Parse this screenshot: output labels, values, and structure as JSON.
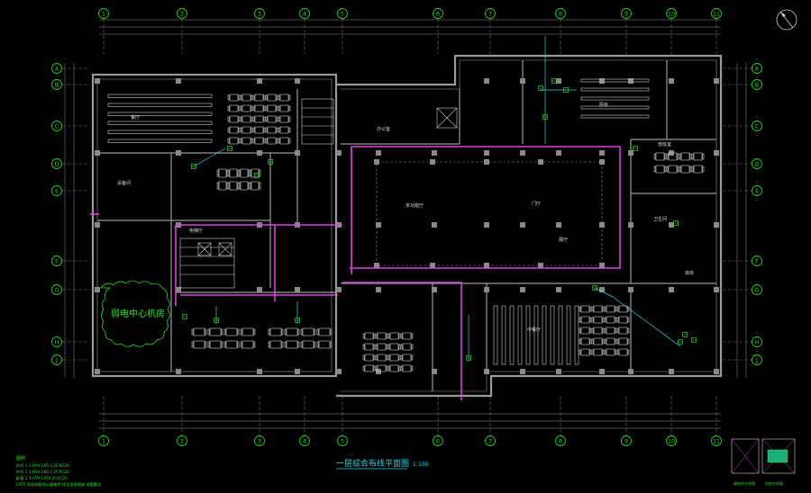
{
  "drawing": {
    "title": "一层综合布线平面图",
    "scale": "1:100",
    "cloud_label": "弱电中心机房",
    "legend_title": "图例",
    "legend_lines": [
      "符号 1 1-HYV-2X0.5 2F/SC20",
      "符号 1 1-HYV-2X0.5 2F/SC20",
      "配管 1 1-UTP-CAT6 2F/SC20",
      "CAT6 双绞线配线从弱电井 接至信息插座 穿管敷设"
    ],
    "detail_captions": [
      "弱电井大样图",
      "机房大样图"
    ],
    "colors": {
      "grid": "#22d422",
      "cable": "#e040e0",
      "wall": "#9a9a9a",
      "note": "#2ad6e6"
    }
  },
  "axes_top": [
    "1",
    "2",
    "3",
    "4",
    "5",
    "6",
    "7",
    "8",
    "9",
    "10",
    "11"
  ],
  "axes_bottom": [
    "1",
    "2",
    "3",
    "4",
    "5",
    "6",
    "7",
    "8",
    "9",
    "10",
    "11"
  ],
  "axes_left": [
    "A",
    "B",
    "C",
    "D",
    "E",
    "F",
    "G",
    "H",
    "J"
  ],
  "axes_right": [
    "A",
    "B",
    "C",
    "D",
    "E",
    "F",
    "G",
    "H",
    "J"
  ],
  "rooms": [
    "餐厅",
    "多功能厅",
    "设备间",
    "值班室",
    "门厅",
    "展厅",
    "中餐厅",
    "库房",
    "厨房",
    "卫生间",
    "电梯厅",
    "办公室"
  ]
}
